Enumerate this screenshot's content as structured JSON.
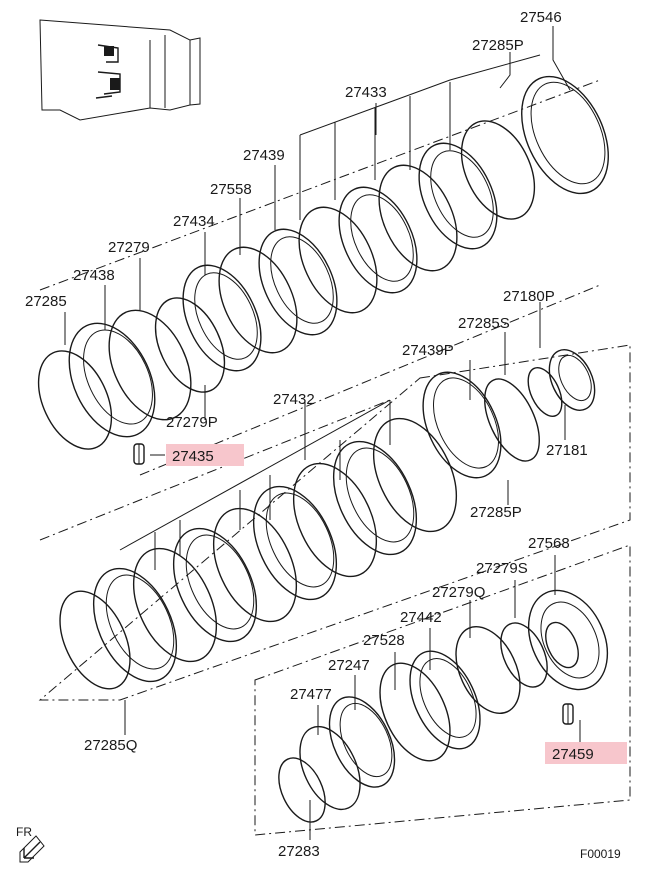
{
  "labels": {
    "p27546": "27546",
    "p27285P_top": "27285P",
    "p27433": "27433",
    "p27439": "27439",
    "p27558": "27558",
    "p27434": "27434",
    "p27279": "27279",
    "p27438": "27438",
    "p27285": "27285",
    "p27180P": "27180P",
    "p27285S": "27285S",
    "p27439P": "27439P",
    "p27279P": "27279P",
    "p27432": "27432",
    "p27435": "27435",
    "p27181": "27181",
    "p27285P_mid": "27285P",
    "p27568": "27568",
    "p27279S": "27279S",
    "p27279Q": "27279Q",
    "p27442": "27442",
    "p27528": "27528",
    "p27247": "27247",
    "p27477": "27477",
    "p27285Q": "27285Q",
    "p27459": "27459",
    "p27283": "27283"
  },
  "orientation_label": "FR",
  "figure_code": "F00019",
  "colors": {
    "line": "#1a1a1a",
    "highlight": "#f7c6cc",
    "background": "#ffffff"
  },
  "icons": {
    "front_arrow": "arrow-down-left-icon",
    "pin": "roll-pin-icon"
  }
}
